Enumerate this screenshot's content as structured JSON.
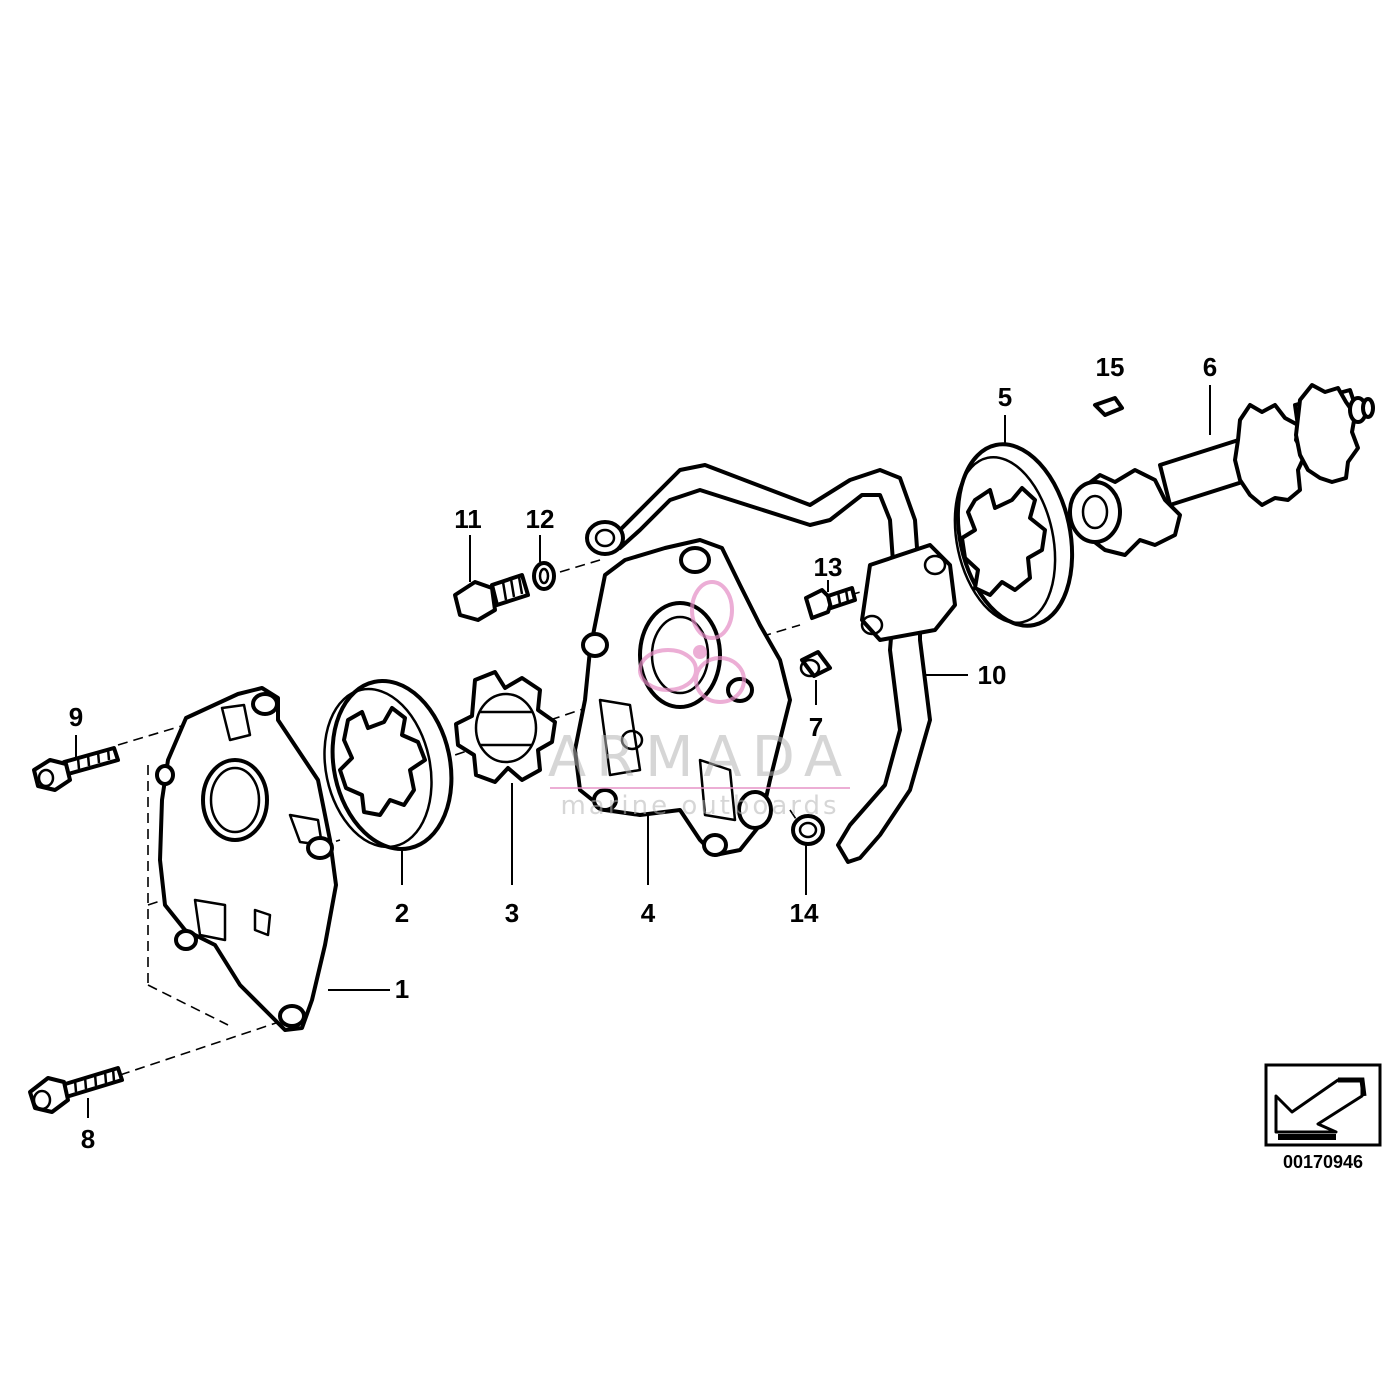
{
  "callouts": {
    "c1": "1",
    "c2": "2",
    "c3": "3",
    "c4": "4",
    "c5": "5",
    "c6": "6",
    "c7": "7",
    "c8": "8",
    "c9": "9",
    "c10": "10",
    "c11": "11",
    "c12": "12",
    "c13": "13",
    "c14": "14",
    "c15": "15"
  },
  "document_number": "00170946",
  "watermark": {
    "brand": "ARMADA",
    "tagline": "marine outboards",
    "logo_color": "#e48cc4"
  },
  "orientation_icon": "front-direction-arrow-icon"
}
